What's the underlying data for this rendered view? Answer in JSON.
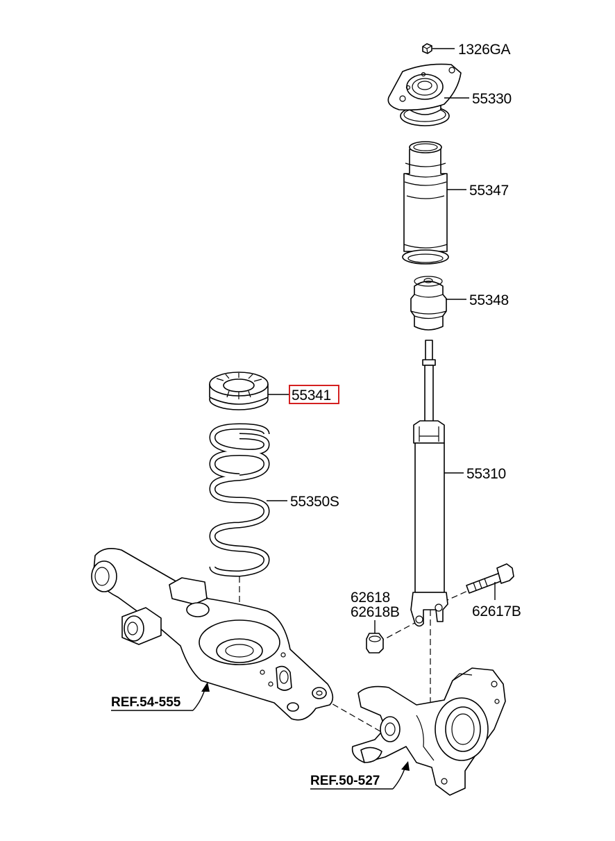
{
  "diagram": {
    "highlight_color": "#d42020",
    "parts": [
      {
        "id": "nut",
        "number": "1326GA"
      },
      {
        "id": "mount",
        "number": "55330"
      },
      {
        "id": "dust-cover",
        "number": "55347"
      },
      {
        "id": "bump-stopper",
        "number": "55348"
      },
      {
        "id": "spring-pad",
        "number": "55341",
        "highlighted": true
      },
      {
        "id": "shock-absorber",
        "number": "55310"
      },
      {
        "id": "coil-spring",
        "number": "55350S"
      },
      {
        "id": "nut-lower-a",
        "number": "62618"
      },
      {
        "id": "nut-lower-b",
        "number": "62618B"
      },
      {
        "id": "bolt",
        "number": "62617B"
      }
    ],
    "references": [
      {
        "id": "lower-arm",
        "text": "REF.54-555"
      },
      {
        "id": "knuckle",
        "text": "REF.50-527"
      }
    ]
  }
}
